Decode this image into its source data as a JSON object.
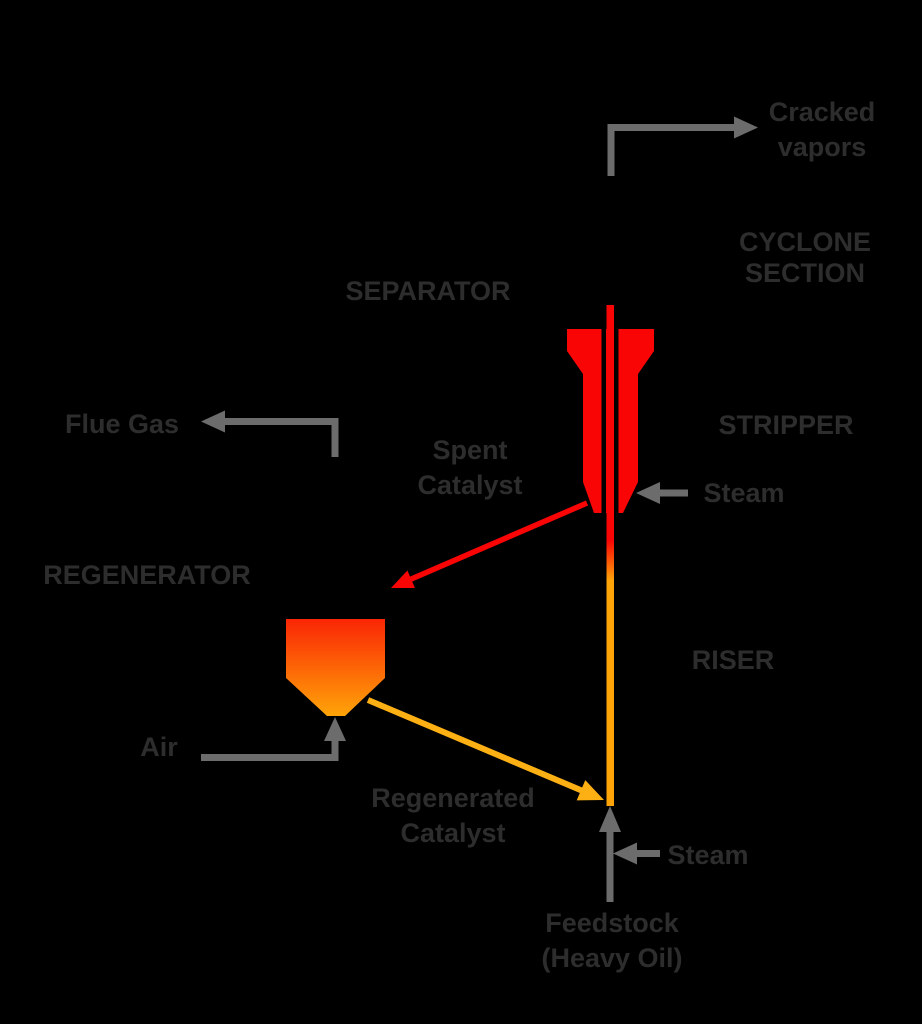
{
  "title": "Fluid Catalytic Cracking Unit Diagram",
  "colors": {
    "background": "#000000",
    "text": "#2d2d2d",
    "gray_arrow": "#6c6c6c",
    "red": "#fa0505",
    "regen_top": "#fa2505",
    "orange": "#ffa408",
    "amber_arrow": "#fdb014"
  },
  "labels": {
    "cracked_vapors": {
      "line1": "Cracked",
      "line2": "vapors"
    },
    "cyclone_section": {
      "line1": "CYCLONE",
      "line2": "SECTION"
    },
    "separator": {
      "text": "SEPARATOR"
    },
    "stripper": {
      "text": "STRIPPER"
    },
    "steam_upper": {
      "text": "Steam"
    },
    "flue_gas": {
      "text": "Flue Gas"
    },
    "spent_catalyst": {
      "line1": "Spent",
      "line2": "Catalyst"
    },
    "regenerator": {
      "text": "REGENERATOR"
    },
    "riser": {
      "text": "RISER"
    },
    "air": {
      "text": "Air"
    },
    "regenerated_catalyst": {
      "line1": "Regenerated",
      "line2": "Catalyst"
    },
    "steam_lower": {
      "text": "Steam"
    },
    "feedstock": {
      "line1": "Feedstock",
      "line2": "(Heavy Oil)"
    }
  }
}
